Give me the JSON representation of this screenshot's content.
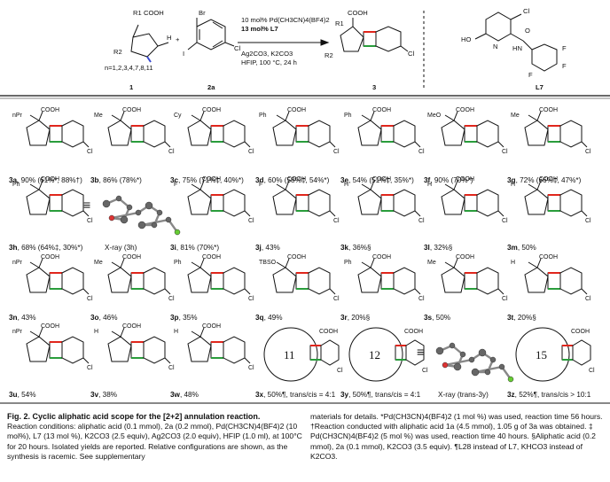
{
  "header": {
    "reagent1_label": "1",
    "reagent2_label": "2a",
    "product_label": "3",
    "ligand_label": "L7",
    "n_values": "n=1,2,3,4,7,8,11",
    "cond_line1": "10 mol% Pd(CH3CN)4(BF4)2",
    "cond_line2": "13 mol% L7",
    "cond_line3": "Ag2CO3, K2CO3",
    "cond_line4": "HFIP, 100 °C, 24 h",
    "atom_cooh": "COOH",
    "atom_r1": "R1",
    "atom_r2": "R2",
    "atom_h": "H",
    "atom_br": "Br",
    "atom_i": "I",
    "atom_cl": "Cl",
    "atom_ho": "HO",
    "atom_n": "N",
    "atom_f": "F",
    "atom_o": "O",
    "atom_hn": "HN",
    "plus": "+"
  },
  "row1": [
    {
      "id": "3a",
      "text": ", 90% (61%*, 88%†)",
      "sub": "nPr"
    },
    {
      "id": "3b",
      "text": ", 86% (78%*)",
      "sub": "Me"
    },
    {
      "id": "3c",
      "text": ", 75% (71%‡, 40%*)",
      "sub": "Cy"
    },
    {
      "id": "3d",
      "text": ", 60% (58%‡, 54%*)",
      "sub": "Ph"
    },
    {
      "id": "3e",
      "text": ", 54% (51%‡, 35%*)",
      "sub": "Ph"
    },
    {
      "id": "3f",
      "text": ", 90% (70%*)",
      "sub": "MeO"
    },
    {
      "id": "3g",
      "text": ", 72% (66%‡, 47%*)",
      "sub": "Me"
    }
  ],
  "row2": [
    {
      "id": "3h",
      "text": ", 68% (64%‡, 30%*)",
      "sub": "Ph"
    },
    {
      "id": "xray3h",
      "text": "X-ray (3h)"
    },
    {
      "id": "3i",
      "text": ", 81% (70%*)",
      "sub": "F"
    },
    {
      "id": "3j",
      "text": ", 43%",
      "sub": "F"
    },
    {
      "id": "3k",
      "text": ", 36%§",
      "sub": "H"
    },
    {
      "id": "3l",
      "text": ", 32%§",
      "sub": "H"
    },
    {
      "id": "3m",
      "text": ", 50%",
      "sub": "H"
    }
  ],
  "row3": [
    {
      "id": "3n",
      "text": ", 43%",
      "sub": "nPr"
    },
    {
      "id": "3o",
      "text": ", 46%",
      "sub": "Me"
    },
    {
      "id": "3p",
      "text": ", 35%",
      "sub": "Ph"
    },
    {
      "id": "3q",
      "text": ", 49%",
      "sub": "TBSO"
    },
    {
      "id": "3r",
      "text": ", 20%§",
      "sub": "Ph"
    },
    {
      "id": "3s",
      "text": ", 50%",
      "sub": "Me"
    },
    {
      "id": "3t",
      "text": ", 20%§",
      "sub": "H"
    }
  ],
  "row4": [
    {
      "id": "3u",
      "text": ", 54%",
      "sub": "nPr"
    },
    {
      "id": "3v",
      "text": ", 38%",
      "sub": "H"
    },
    {
      "id": "3w",
      "text": ", 48%",
      "sub": "H"
    },
    {
      "id": "3x",
      "text": ", 50%¶, trans/cis = 4:1",
      "ring": "11"
    },
    {
      "id": "3y",
      "text": ", 50%¶, trans/cis = 4:1",
      "ring": "12"
    },
    {
      "id": "xray3y",
      "text": "X-ray (trans-3y)"
    },
    {
      "id": "3z",
      "text": ", 52%¶, trans/cis > 10:1",
      "ring": "15"
    }
  ],
  "caption": {
    "title": "Fig. 2. Cyclic aliphatic acid scope for the [2+2] annulation reaction.",
    "left_body": "Reaction conditions: aliphatic acid (0.1 mmol), 2a (0.2 mmol), Pd(CH3CN)4(BF4)2 (10 mol%), L7 (13 mol %), K2CO3 (2.5 equiv), Ag2CO3 (2.0 equiv), HFIP (1.0 ml), at 100°C for 20 hours. Isolated yields are reported. Relative configurations are shown, as the synthesis is racemic. See supplementary",
    "right_body": "materials for details. *Pd(CH3CN)4(BF4)2 (1 mol %) was used, reaction time 56 hours. †Reaction conducted with aliphatic acid 1a (4.5 mmol), 1.05 g of 3a was obtained. ‡ Pd(CH3CN)4(BF4)2 (5 mol %) was used, reaction time 40 hours. §Aliphatic acid (0.2 mmol), 2a (0.1 mmol), K2CO3 (3.5 equiv). ¶L28 instead of L7, KHCO3 instead of K2CO3."
  },
  "colors": {
    "new_bond_red": "#e0261c",
    "new_bond_green": "#2a9d3c",
    "line": "#111111"
  }
}
